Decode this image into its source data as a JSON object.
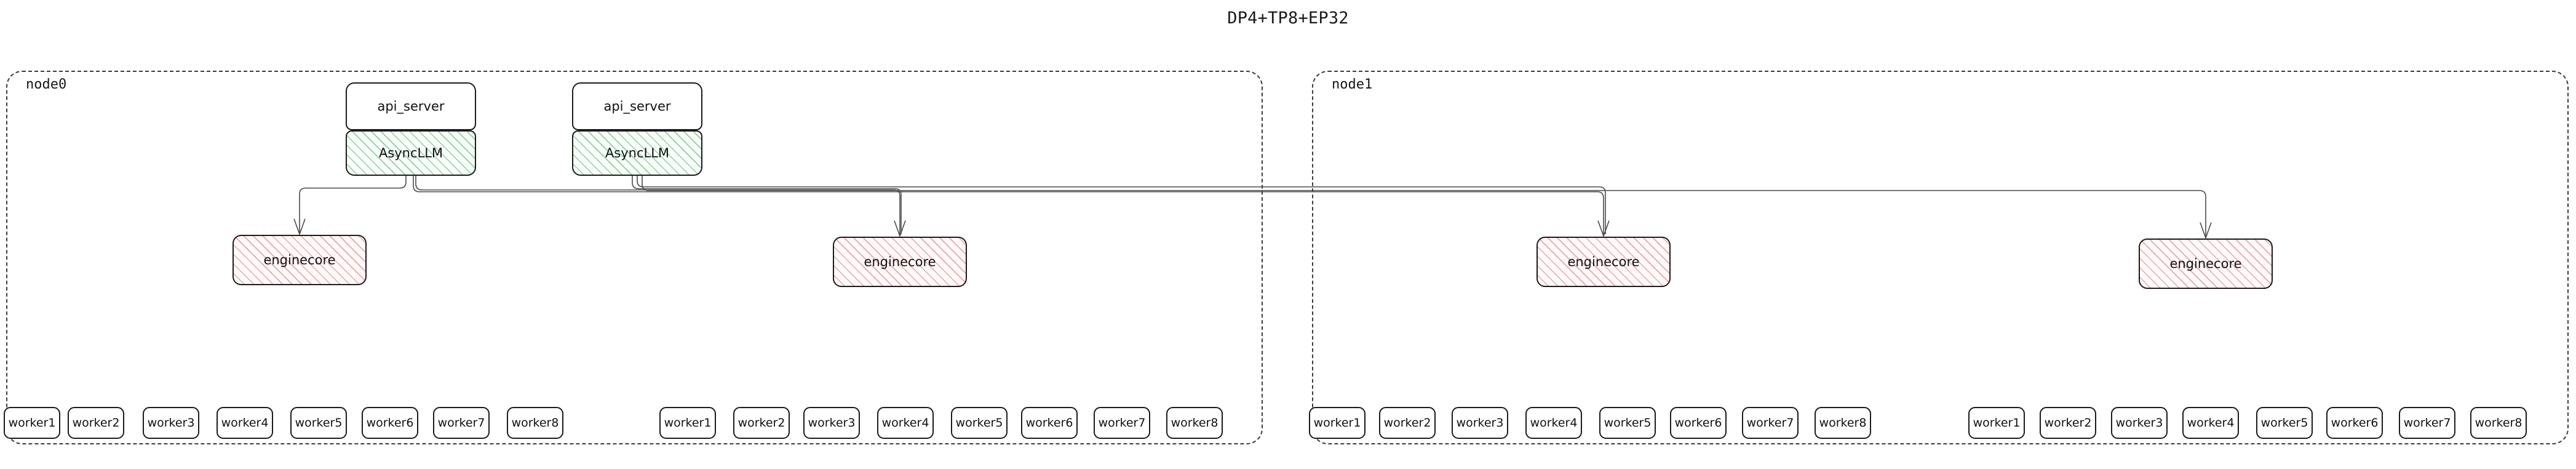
{
  "title": "DP4+TP8+EP32",
  "colors": {
    "background": "#ffffff",
    "text": "#111111",
    "node_border": "#3c3c3c",
    "box_border": "#1b1b1b",
    "asyncllm_hatch": "#6ecd82",
    "enginecore_hatch": "#ec8c8c",
    "connector": "#4a4a4a"
  },
  "nodes": [
    {
      "label": "node0",
      "api_servers": [
        {
          "server_label": "api_server",
          "engine_label": "AsyncLLM"
        },
        {
          "server_label": "api_server",
          "engine_label": "AsyncLLM"
        }
      ],
      "enginecores": [
        {
          "label": "enginecore"
        },
        {
          "label": "enginecore"
        }
      ],
      "worker_groups": [
        {
          "workers": [
            "worker1",
            "worker2",
            "worker3",
            "worker4",
            "worker5",
            "worker6",
            "worker7",
            "worker8"
          ]
        },
        {
          "workers": [
            "worker1",
            "worker2",
            "worker3",
            "worker4",
            "worker5",
            "worker6",
            "worker7",
            "worker8"
          ]
        }
      ]
    },
    {
      "label": "node1",
      "api_servers": [],
      "enginecores": [
        {
          "label": "enginecore"
        },
        {
          "label": "enginecore"
        }
      ],
      "worker_groups": [
        {
          "workers": [
            "worker1",
            "worker2",
            "worker3",
            "worker4",
            "worker5",
            "worker6",
            "worker7",
            "worker8"
          ]
        },
        {
          "workers": [
            "worker1",
            "worker2",
            "worker3",
            "worker4",
            "worker5",
            "worker6",
            "worker7",
            "worker8"
          ]
        }
      ]
    }
  ]
}
